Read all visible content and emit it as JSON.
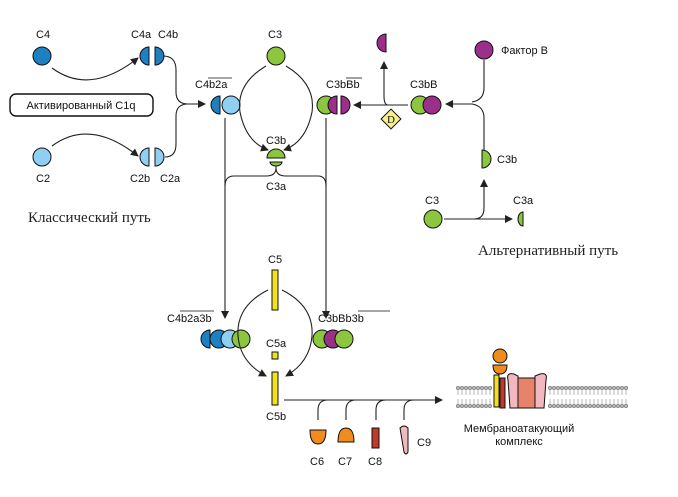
{
  "labels": {
    "c4": "C4",
    "c4a": "C4a",
    "c4b": "C4b",
    "c2": "C2",
    "c2b": "C2b",
    "c2a": "C2a",
    "c1q_box": "Активированный C1q",
    "c4b2a": "C4b2a",
    "c3_top": "C3",
    "c3b_mid": "C3b",
    "c3a_mid": "C3a",
    "c3bbb": "C3bBb",
    "c3bb": "C3bB",
    "factor_b": "Фактор B",
    "d_factor": "D",
    "c3b_alt": "C3b",
    "c3_alt": "C3",
    "c3a_alt": "C3a",
    "classic_title": "Классический путь",
    "alt_title": "Альтернативный путь",
    "c5": "C5",
    "c4b2a3b": "C4b2a3b",
    "c3bbb3b": "C3bBb3b",
    "c5a": "C5a",
    "c5b": "C5b",
    "c6": "C6",
    "c7": "C7",
    "c8": "C8",
    "c9": "C9",
    "mac_line1": "Мембраноатакующий",
    "mac_line2": "комплекс"
  },
  "colors": {
    "c4": "#1e7fc1",
    "c2": "#8fd0f2",
    "c3": "#8cc63f",
    "factor_b": "#9c2f8a",
    "c5": "#f2e21d",
    "c6": "#f08c1e",
    "c8": "#c0392b",
    "c9": "#f2b8c0",
    "pore": "#e8826a",
    "d_box": "#f7ef8a"
  }
}
